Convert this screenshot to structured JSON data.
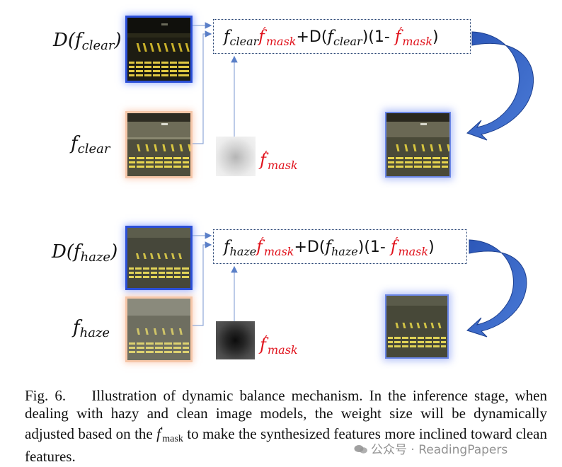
{
  "figure": {
    "panels": [
      {
        "id": "clear",
        "label_D_base": "D(",
        "label_D_sub": "clear",
        "label_D_close": ")",
        "label_f_base": "f",
        "label_f_sub": "clear",
        "formula": {
          "f": "f",
          "sub": "clear",
          "mask_f": "f",
          "mask_prime": "′",
          "mask_sub": "mask",
          "plus_D": "+D(",
          "paren_close": ")(1- ",
          "end": ")"
        },
        "mask_label": {
          "f": "f",
          "prime": "′",
          "sub": "mask"
        }
      },
      {
        "id": "haze",
        "label_D_base": "D(",
        "label_D_sub": "haze",
        "label_D_close": ")",
        "label_f_base": "f",
        "label_f_sub": "haze",
        "formula": {
          "f": "f",
          "sub": "haze",
          "mask_f": "f",
          "mask_prime": "′",
          "mask_sub": "mask",
          "plus_D": "+D(",
          "paren_close": ")(1- ",
          "end": ")"
        },
        "mask_label": {
          "f": "f",
          "prime": "′",
          "sub": "mask"
        }
      }
    ],
    "colors": {
      "arrow_blue": "#3c6fc8",
      "arrow_dark": "#1f3c8a",
      "mask_red": "#e0101a",
      "frame_blue": "#2b4fd8",
      "frame_orange": "#f6c7a9",
      "connector": "#7f9bd0"
    }
  },
  "caption": {
    "lead": "Fig. 6.",
    "text1": "Illustration of dynamic balance mechanism. In the inference stage, when dealing with hazy and clean image models, the weight size will be dynamically adjusted based on the ",
    "fm_f": "f",
    "fm_prime": "′",
    "fm_sub": "mask",
    "text2": " to make the synthesized features more inclined toward clean features."
  },
  "watermark": {
    "text": "公众号 · ReadingPapers",
    "icon": "wechat-icon"
  }
}
